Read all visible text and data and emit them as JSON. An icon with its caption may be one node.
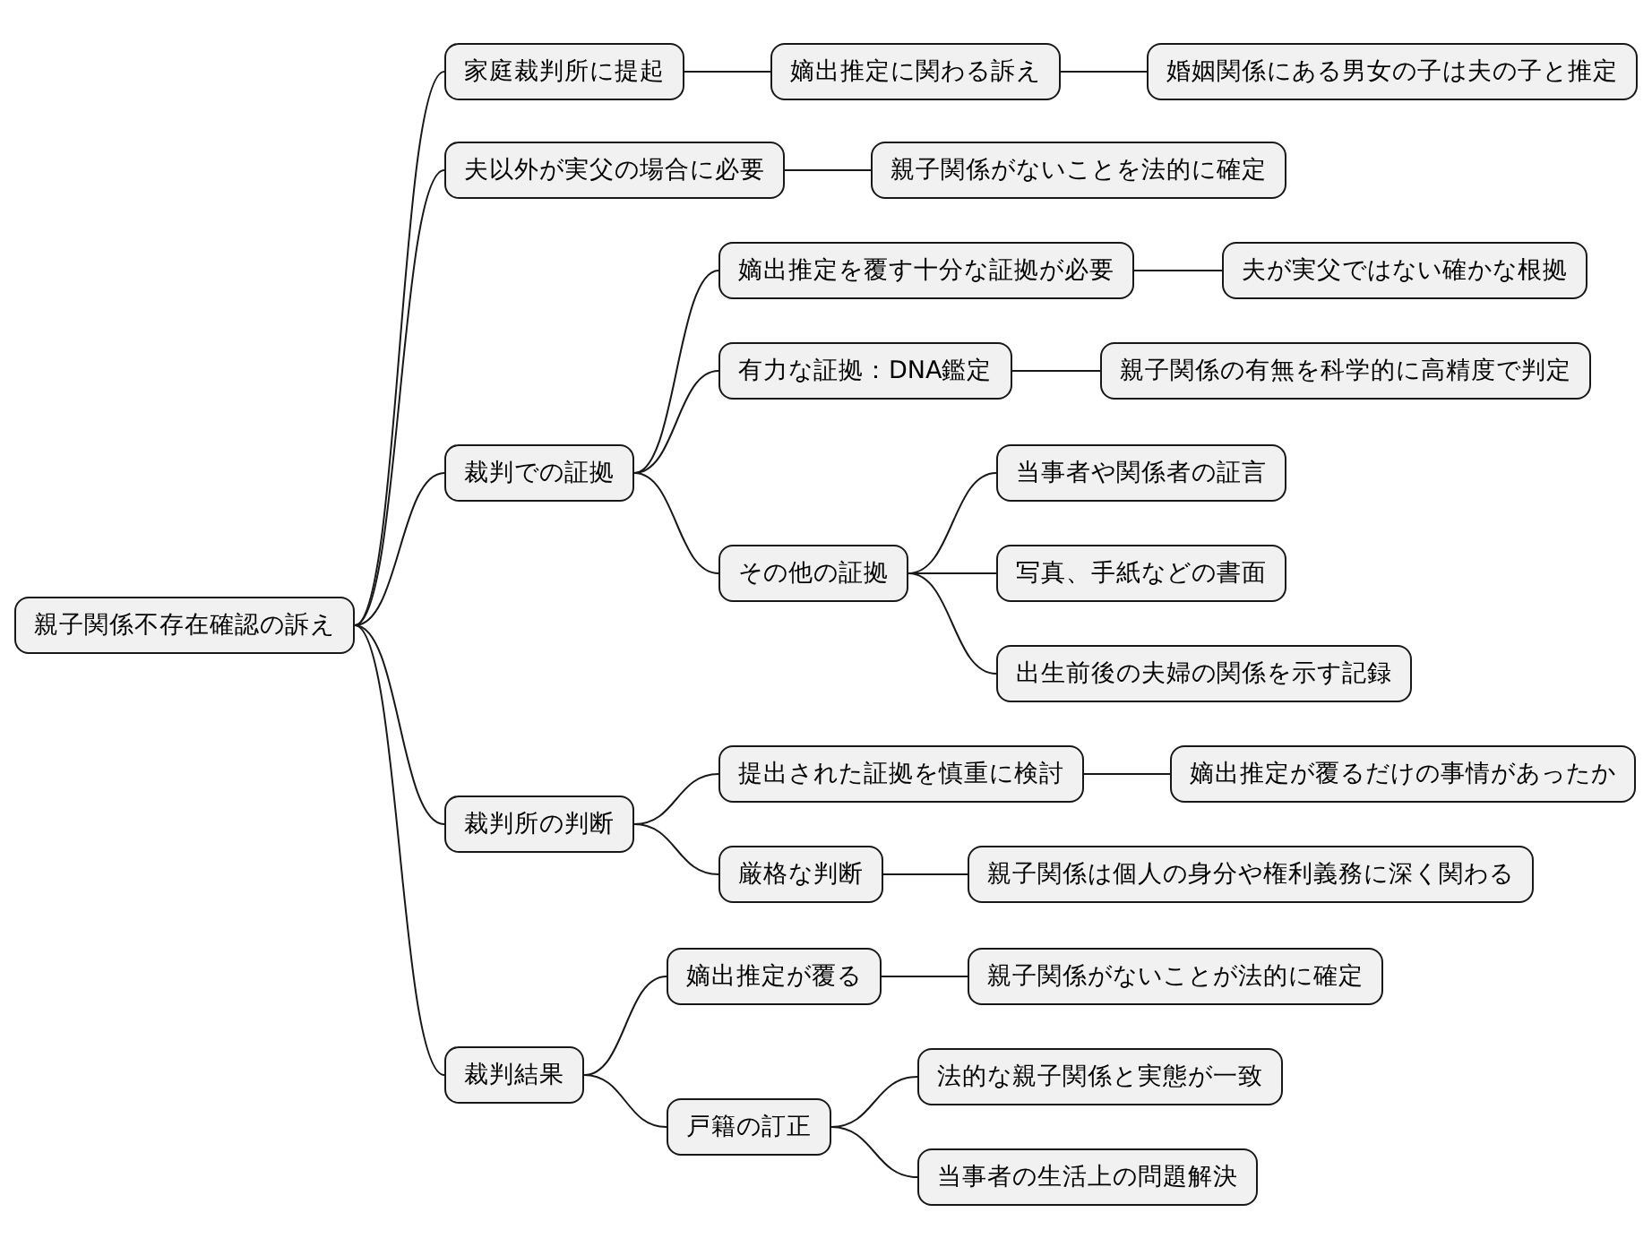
{
  "diagram": {
    "nodes": [
      {
        "text": [
          "親子関係不存在確認の訴え"
        ]
      },
      {
        "text": [
          "家庭裁判所に提起"
        ]
      },
      {
        "text": [
          "嫡出推定に関わる訴え"
        ]
      },
      {
        "text": [
          "婚姻関係にある男女の子は夫の子と推定"
        ]
      },
      {
        "text": [
          "夫以外が実父の場合に必要"
        ]
      },
      {
        "text": [
          "親子関係がないことを法的に確定"
        ]
      },
      {
        "text": [
          "裁判での証拠"
        ]
      },
      {
        "text": [
          "嫡出推定を覆す十分な証拠が必要"
        ]
      },
      {
        "text": [
          "夫が実父ではない確かな根拠"
        ]
      },
      {
        "text": [
          "有力な証拠：DNA鑑定"
        ]
      },
      {
        "text": [
          "親子関係の有無を科学的に高精度で判定"
        ]
      },
      {
        "text": [
          "その他の証拠"
        ]
      },
      {
        "text": [
          "当事者や関係者の証言"
        ]
      },
      {
        "text": [
          "写真、手紙などの書面"
        ]
      },
      {
        "text": [
          "出生前後の夫婦の関係を示す記録"
        ]
      },
      {
        "text": [
          "裁判所の判断"
        ]
      },
      {
        "text": [
          "提出された証拠を慎重に検討"
        ]
      },
      {
        "text": [
          "嫡出推定が覆るだけの事情があったか"
        ]
      },
      {
        "text": [
          "厳格な判断"
        ]
      },
      {
        "text": [
          "親子関係は個人の身分や権利義務に深く関わる"
        ]
      },
      {
        "text": [
          "裁判結果"
        ]
      },
      {
        "text": [
          "嫡出推定が覆る"
        ]
      },
      {
        "text": [
          "親子関係がないことが法的に確定"
        ]
      },
      {
        "text": [
          "戸籍の訂正"
        ]
      },
      {
        "text": [
          "法的な親子関係と実態が一致"
        ]
      },
      {
        "text": [
          "当事者の生活上の問題解決"
        ]
      }
    ],
    "edges": [
      {
        "from": 0,
        "to": 1,
        "arrow": "none"
      },
      {
        "from": 1,
        "to": 2,
        "arrow": "none"
      },
      {
        "from": 2,
        "to": 3,
        "arrow": "none"
      },
      {
        "from": 0,
        "to": 4,
        "arrow": "none"
      },
      {
        "from": 4,
        "to": 5,
        "arrow": "none"
      },
      {
        "from": 0,
        "to": 6,
        "arrow": "none"
      },
      {
        "from": 6,
        "to": 7,
        "arrow": "none"
      },
      {
        "from": 7,
        "to": 8,
        "arrow": "none"
      },
      {
        "from": 6,
        "to": 9,
        "arrow": "none"
      },
      {
        "from": 9,
        "to": 10,
        "arrow": "none"
      },
      {
        "from": 6,
        "to": 11,
        "arrow": "none"
      },
      {
        "from": 11,
        "to": 12,
        "arrow": "none"
      },
      {
        "from": 11,
        "to": 13,
        "arrow": "none"
      },
      {
        "from": 11,
        "to": 14,
        "arrow": "none"
      },
      {
        "from": 0,
        "to": 15,
        "arrow": "none"
      },
      {
        "from": 15,
        "to": 16,
        "arrow": "none"
      },
      {
        "from": 16,
        "to": 17,
        "arrow": "none"
      },
      {
        "from": 15,
        "to": 18,
        "arrow": "none"
      },
      {
        "from": 18,
        "to": 19,
        "arrow": "none"
      },
      {
        "from": 0,
        "to": 20,
        "arrow": "none"
      },
      {
        "from": 20,
        "to": 21,
        "arrow": "none"
      },
      {
        "from": 21,
        "to": 22,
        "arrow": "none"
      },
      {
        "from": 20,
        "to": 23,
        "arrow": "none"
      },
      {
        "from": 23,
        "to": 24,
        "arrow": "none"
      },
      {
        "from": 23,
        "to": 25,
        "arrow": "none"
      }
    ]
  }
}
